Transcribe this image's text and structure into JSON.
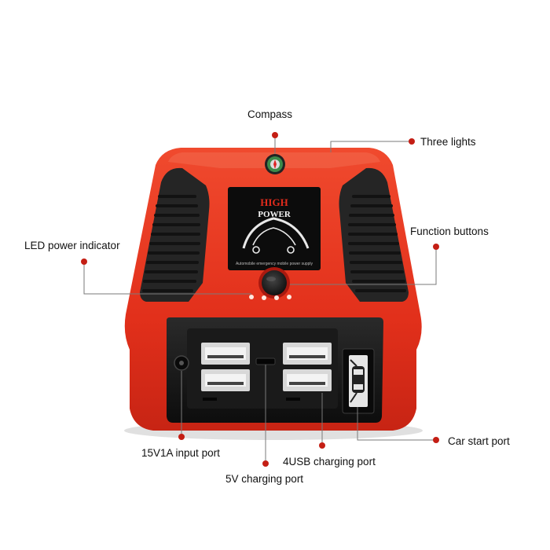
{
  "product": {
    "brand_line1": "HIGH",
    "brand_line2": "POWER",
    "brand_tagline": "Automobile emergency mobile power supply",
    "body_color": "#e8321c",
    "rubber_color": "#262626",
    "panel_color": "#151515"
  },
  "callouts": {
    "compass": "Compass",
    "three_lights": "Three lights",
    "led_indicator": "LED power indicator",
    "function_buttons": "Function buttons",
    "input_port": "15V1A input port",
    "charging_5v": "5V charging port",
    "usb_charging": "4USB charging port",
    "car_start": "Car start port"
  },
  "leader_color": "#c41e14"
}
